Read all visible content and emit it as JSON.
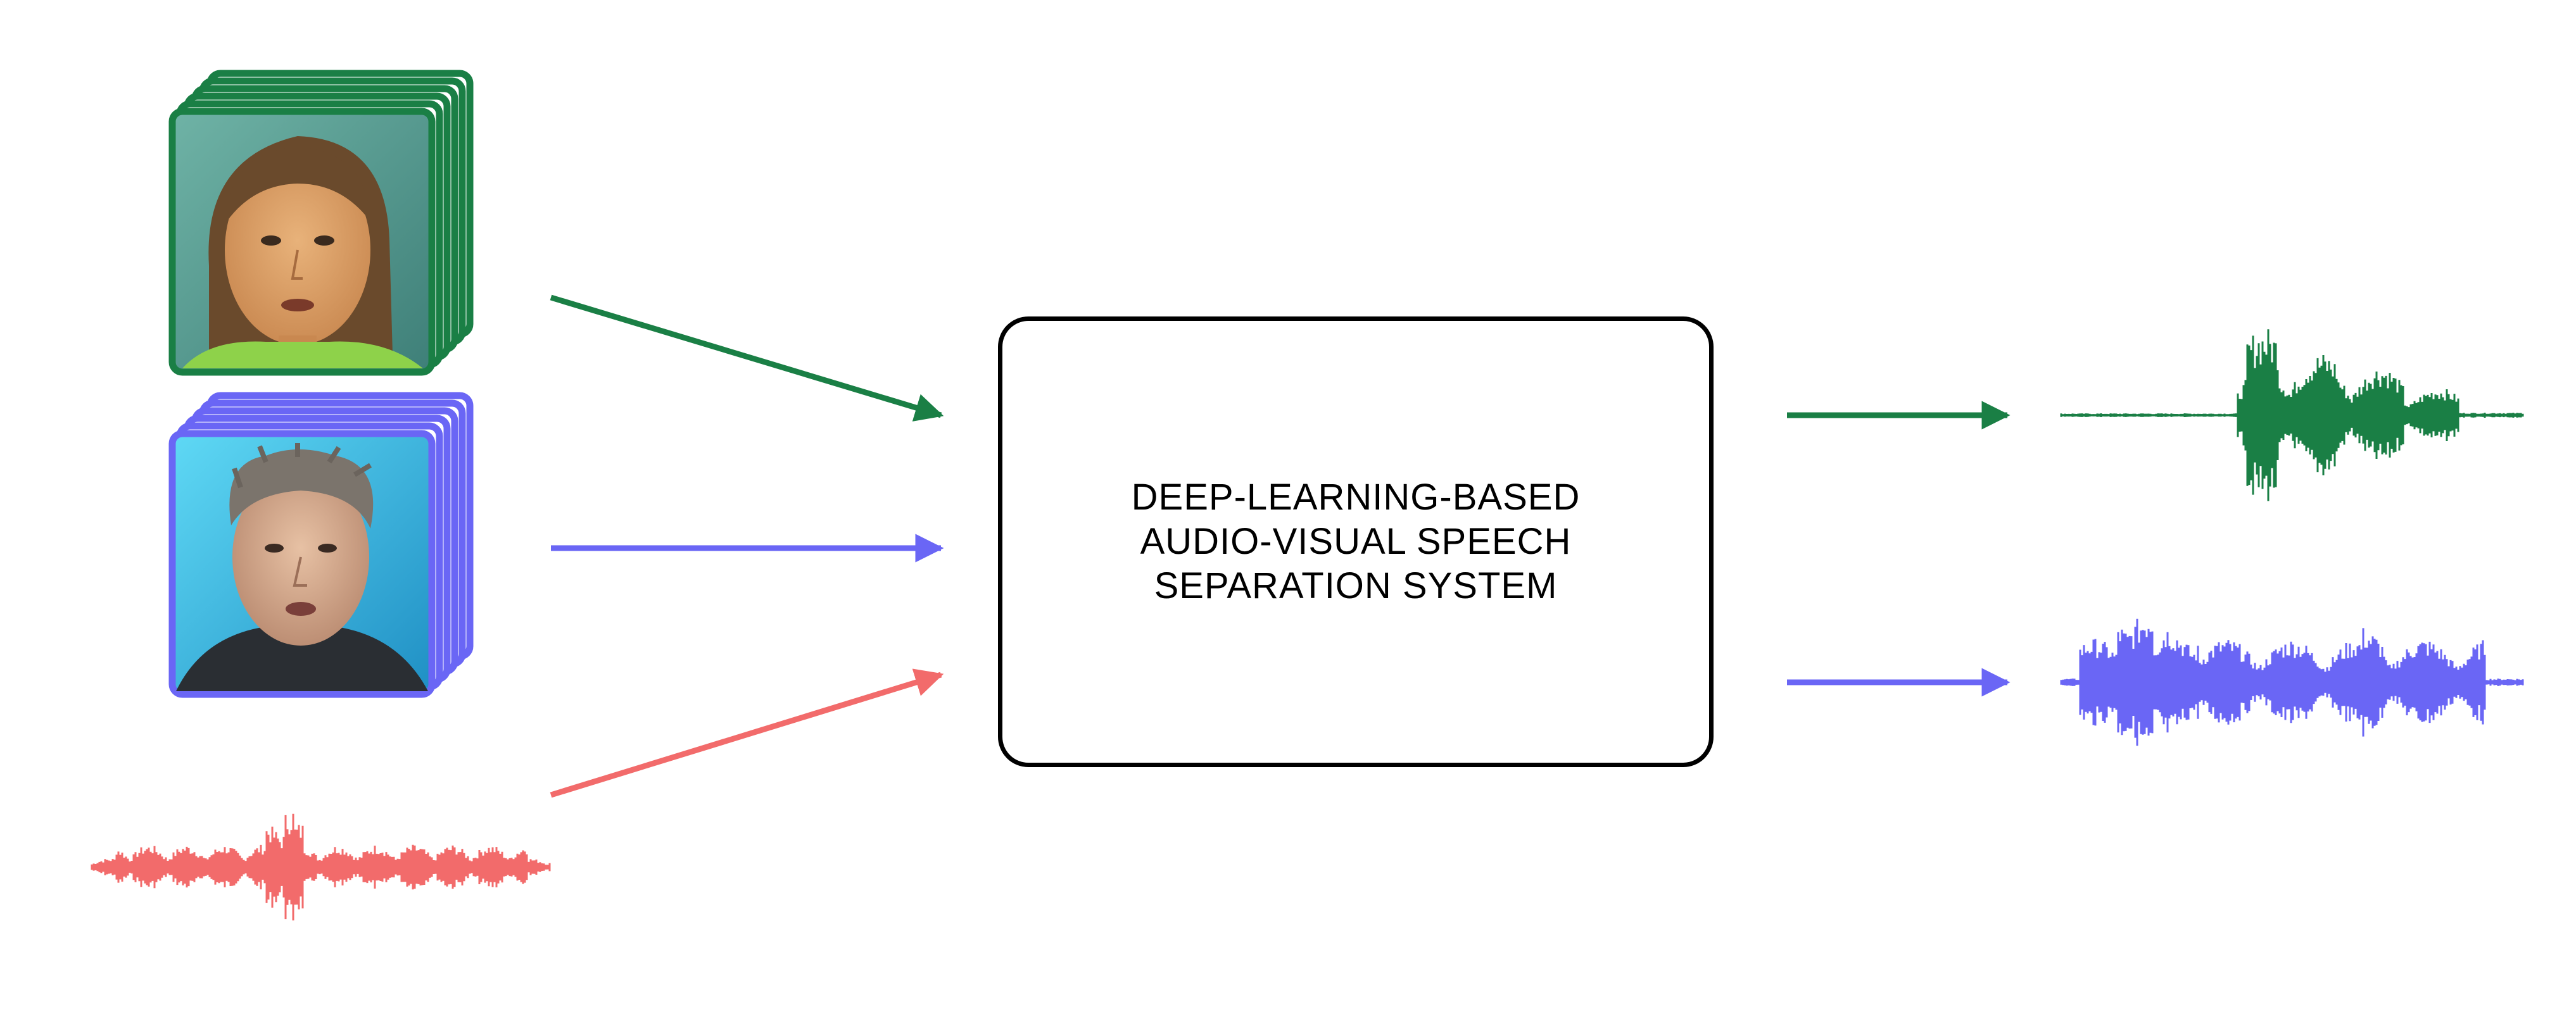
{
  "system": {
    "label_lines": [
      "DEEP-LEARNING-BASED",
      "AUDIO-VISUAL SPEECH",
      "SEPARATION SYSTEM"
    ]
  },
  "colors": {
    "speaker_1": "#1a7f45",
    "speaker_2": "#6a66f5",
    "mixture": "#f26b6b",
    "box_border": "#000000"
  },
  "inputs": {
    "speaker_1_video": {
      "icon": "female-speaker-face-frames-icon"
    },
    "speaker_2_video": {
      "icon": "male-speaker-face-frames-icon"
    },
    "mixed_audio": {
      "icon": "mixed-audio-waveform-icon"
    }
  },
  "outputs": {
    "speaker_1_audio": {
      "icon": "separated-waveform-speaker-1-icon"
    },
    "speaker_2_audio": {
      "icon": "separated-waveform-speaker-2-icon"
    }
  }
}
